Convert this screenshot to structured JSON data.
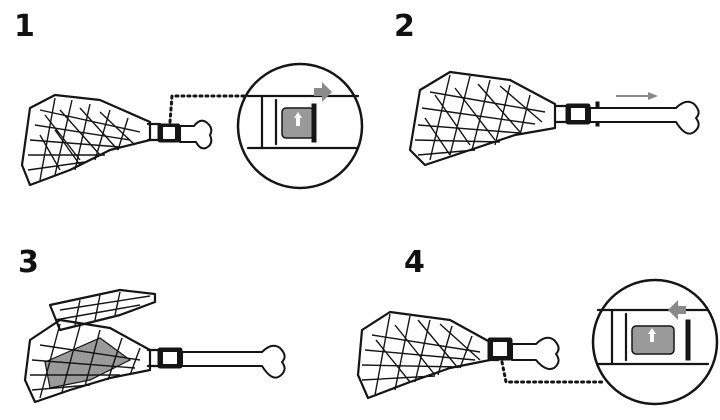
{
  "steps": [
    {
      "label": "1"
    },
    {
      "label": "2"
    },
    {
      "label": "3"
    },
    {
      "label": "4"
    }
  ],
  "colors": {
    "ink": "#151515",
    "grey": "#9a9a9a",
    "arrow": "#8a8a8a",
    "background": "#ffffff"
  },
  "icons": {
    "basket": "grill-basket-icon",
    "lock": "maple-leaf-lock-icon",
    "slide_right": "arrow-right-icon",
    "slide_left": "arrow-left-icon"
  }
}
